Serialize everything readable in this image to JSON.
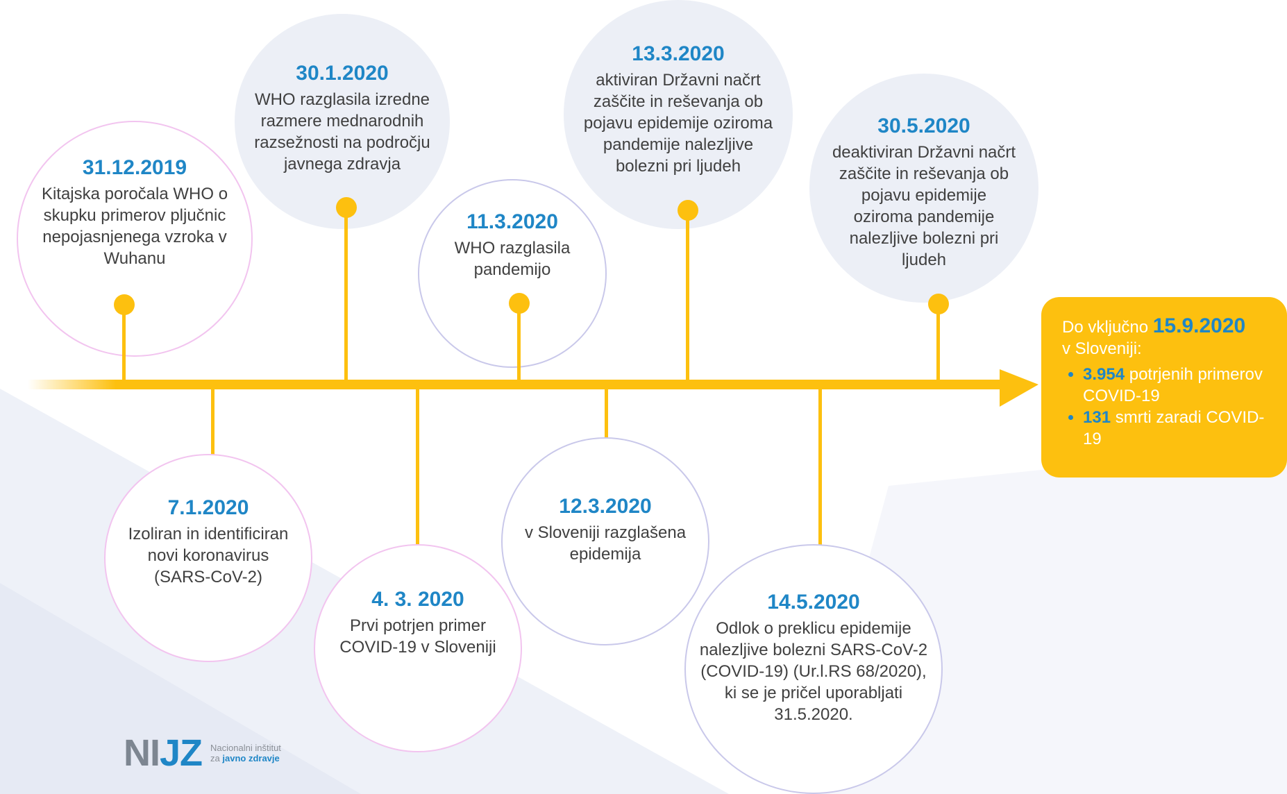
{
  "colors": {
    "accent": "#fdc00f",
    "date": "#1f86c6",
    "text": "#404040",
    "pink_ring": "#f2c4ef",
    "lavender_ring": "#c9c8ea",
    "grey_fill": "#eceff6"
  },
  "events": [
    {
      "id": "e1",
      "date": "31.12.2019",
      "text": [
        "Kitajska poročala WHO o",
        "skupku primerov pljučnic",
        "nepojasnjenega vzroka v",
        "Wuhanu"
      ]
    },
    {
      "id": "e2",
      "date": "30.1.2020",
      "text": [
        "WHO razglasila izredne",
        "razmere mednarodnih",
        "razsežnosti na področju",
        "javnega zdravja"
      ]
    },
    {
      "id": "e3",
      "date": "11.3.2020",
      "text": [
        "WHO razglasila",
        "pandemijo"
      ]
    },
    {
      "id": "e4",
      "date": "13.3.2020",
      "text": [
        "aktiviran Državni načrt",
        "zaščite in reševanja ob",
        "pojavu epidemije oziroma",
        "pandemije nalezljive",
        "bolezni pri ljudeh"
      ]
    },
    {
      "id": "e5",
      "date": "30.5.2020",
      "text": [
        "deaktiviran Državni načrt",
        "zaščite in reševanja ob",
        "pojavu epidemije",
        "oziroma pandemije",
        "nalezljive bolezni pri",
        "ljudeh"
      ]
    },
    {
      "id": "e6",
      "date": "7.1.2020",
      "text": [
        "Izoliran in identificiran",
        "novi koronavirus",
        "(SARS-CoV-2)"
      ]
    },
    {
      "id": "e7",
      "date": "4. 3. 2020",
      "text": [
        "Prvi potrjen primer",
        "COVID-19 v Sloveniji"
      ]
    },
    {
      "id": "e8",
      "date": "12.3.2020",
      "text": [
        "v Sloveniji razglašena",
        "epidemija"
      ]
    },
    {
      "id": "e9",
      "date": "14.5.2020",
      "text": [
        "Odlok o preklicu epidemije",
        "nalezljive bolezni SARS-CoV-2",
        "(COVID-19) (Ur.l.RS 68/2020),",
        "ki se je pričel uporabljati",
        "31.5.2020."
      ]
    }
  ],
  "summary": {
    "prefix": "Do vključno",
    "date": "15.9.2020",
    "line2": "v Sloveniji:",
    "items": [
      {
        "num": "3.954",
        "text": " potrjenih primerov COVID-19"
      },
      {
        "num": "131",
        "text": " smrti zaradi COVID-19"
      }
    ]
  },
  "logo": {
    "mark_n": "NI",
    "mark_j": "JZ",
    "line1": "Nacionalni inštitut",
    "line2_prefix": "za ",
    "line2_bold": "javno zdravje"
  }
}
